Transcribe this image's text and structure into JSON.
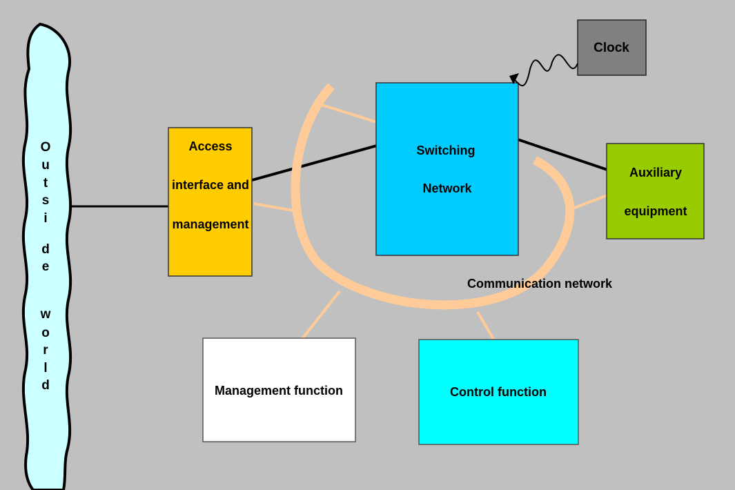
{
  "outside_world": {
    "word1": [
      "O",
      "u",
      "t",
      "s",
      "i",
      "d",
      "e"
    ],
    "word2": [
      "w",
      "o",
      "r",
      "l",
      "d"
    ]
  },
  "access": {
    "line1": "Access",
    "line2": "interface and",
    "line3": "management"
  },
  "switching": {
    "line1": "Switching",
    "line2": "Network"
  },
  "clock": {
    "label": "Clock"
  },
  "auxiliary": {
    "line1": "Auxiliary",
    "line2": "equipment"
  },
  "communication": {
    "label": "Communication network"
  },
  "management": {
    "label": "Management function"
  },
  "control": {
    "label": "Control function"
  },
  "colors": {
    "background": "#c0c0c0",
    "cloud_fill": "#ccffff",
    "access_fill": "#ffcc00",
    "switching_fill": "#00ccff",
    "clock_fill": "#808080",
    "auxiliary_fill": "#99cc00",
    "management_fill": "#ffffff",
    "control_fill": "#00ffff",
    "comm_ring": "#ffcc99"
  }
}
